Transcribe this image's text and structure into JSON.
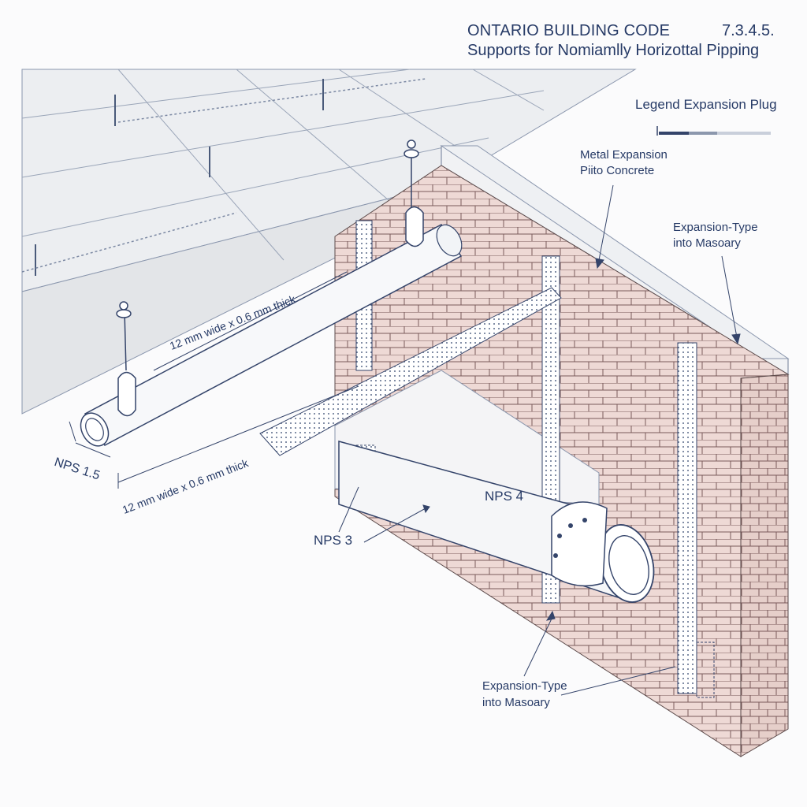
{
  "header": {
    "title": "ONTARIO BUILDING CODE",
    "section": "7.3.4.5.",
    "subtitle": "Supports for Nomiamlly Horizottal Pipping"
  },
  "legend": {
    "label": "Legend Expansion Plug"
  },
  "callouts": {
    "metal_expansion_line1": "Metal Expansion",
    "metal_expansion_line2": "Piito Concrete",
    "masonry_top_line1": "Expansion-Type",
    "masonry_top_line2": "into Masoary",
    "masonry_bottom_line1": "Expansion-Type",
    "masonry_bottom_line2": "into Masoary"
  },
  "pipes": {
    "small": "NPS 1.5",
    "medium": "NPS 3",
    "large": "NPS 4"
  },
  "dimensions": {
    "strap_upper": "12 mm wide x 0.6 mm thick",
    "strap_lower": "12 mm wide x 0.6 mm thick"
  },
  "colors": {
    "ink": "#2d3f6b",
    "brick": "#e8d4d0",
    "slab": "#e9eaec",
    "pipe": "#f7f8fa"
  }
}
